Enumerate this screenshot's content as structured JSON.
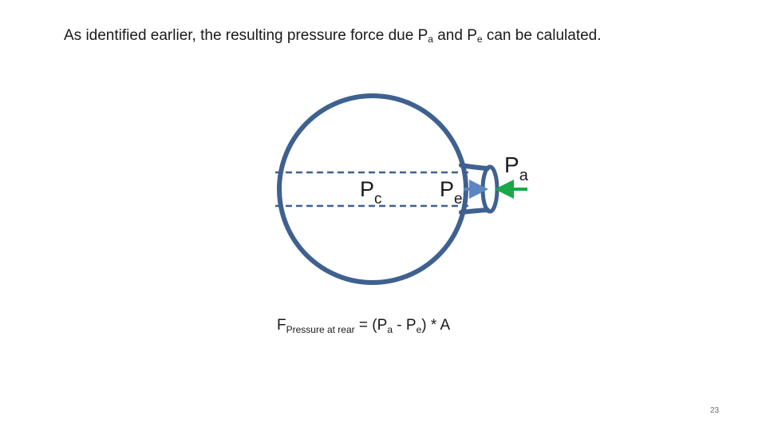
{
  "heading": {
    "part1": "As identified earlier, the resulting pressure force due P",
    "sub_a": "a",
    "part2": "  and P",
    "sub_e": "e",
    "part3": " can be calulated."
  },
  "labels": {
    "pc": {
      "main": "P",
      "sub": "c"
    },
    "pe": {
      "main": "P",
      "sub": "e"
    },
    "pa": {
      "main": "P",
      "sub": "a"
    }
  },
  "formula": {
    "f": "F",
    "f_sub": "Pressure at rear",
    "middle": "  =  (P",
    "a_sub": "a",
    "minus": " - P",
    "e_sub": "e",
    "end": ") * A"
  },
  "page_number": "23",
  "colors": {
    "outline": "#3f6190",
    "arrow_blue": "#5b86c0",
    "arrow_green": "#18a84a"
  }
}
